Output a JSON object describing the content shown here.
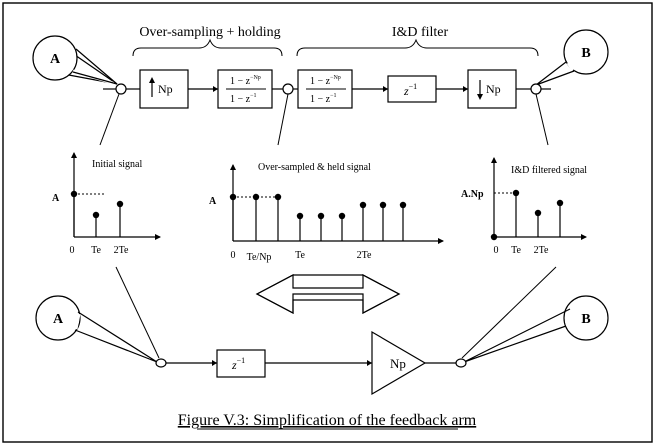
{
  "top_chain": {
    "oversampling_label": "Over-sampling + holding",
    "id_filter_label": "I&D filter",
    "callout_a": "A",
    "callout_b": "B",
    "block_upsample": "Np",
    "block_hold": {
      "num": "1 − z",
      "num_exp": "−Np",
      "den": "1 − z",
      "den_exp": "−1"
    },
    "block_id": {
      "num": "1 − z",
      "num_exp": "−Np",
      "den": "1 − z",
      "den_exp": "−1"
    },
    "block_delay": {
      "base": "z",
      "exp": "−1"
    },
    "block_downsample": "Np"
  },
  "plots": {
    "initial": {
      "title": "Initial signal",
      "y_label": "A",
      "x_ticks": [
        "0",
        "Te",
        "2Te"
      ]
    },
    "oversampled": {
      "title": "Over-sampled & held signal",
      "y_label": "A",
      "x_ticks": [
        "0",
        "Te/Np",
        "Te",
        "2Te"
      ]
    },
    "filtered": {
      "title": "I&D filtered signal",
      "y_label": "A.Np",
      "x_ticks": [
        "0",
        "Te",
        "2Te"
      ]
    }
  },
  "bottom_chain": {
    "callout_a": "A",
    "callout_b": "B",
    "block_delay": {
      "base": "z",
      "exp": "−1"
    },
    "gain": "Np"
  },
  "caption": "Figure V.3: Simplification of the feedback arm"
}
